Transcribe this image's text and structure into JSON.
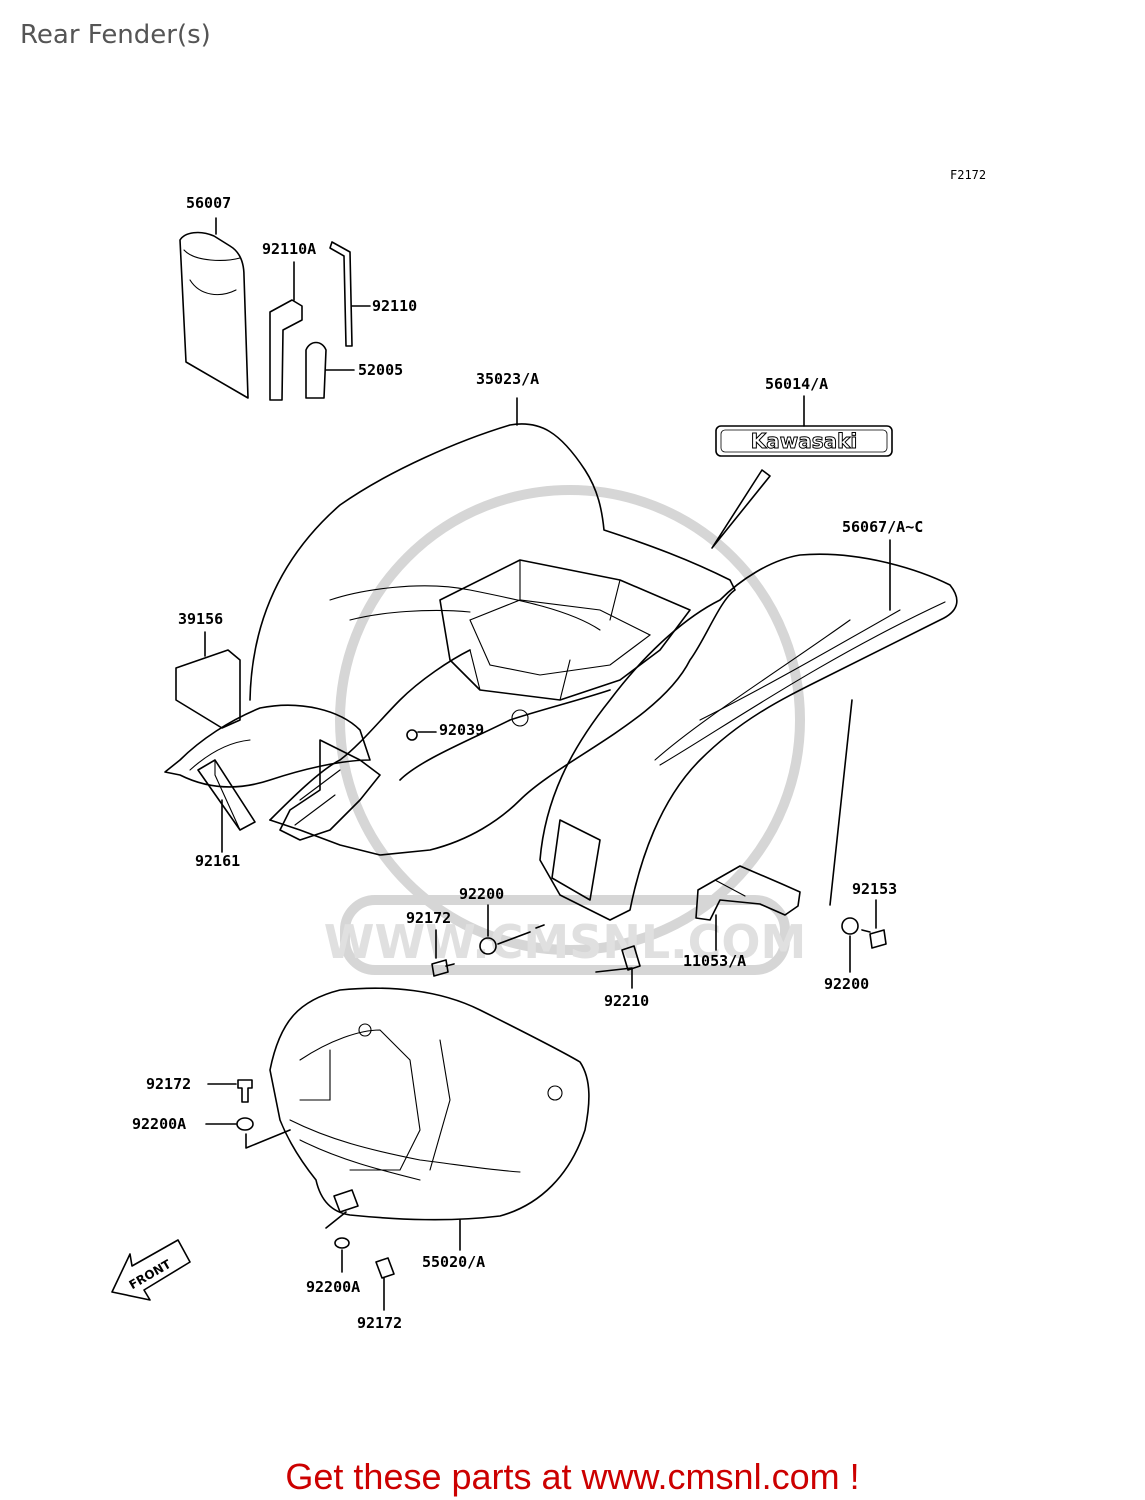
{
  "page_title": "Rear Fender(s)",
  "figure_code": "F2172",
  "logo_text": "Kawasaki",
  "direction_text": "FRONT",
  "watermark_text": "WWW.CMSNL.COM",
  "callouts": [
    {
      "id": "56007",
      "text": "56007"
    },
    {
      "id": "92110A",
      "text": "92110A"
    },
    {
      "id": "92110",
      "text": "92110"
    },
    {
      "id": "52005",
      "text": "52005"
    },
    {
      "id": "35023A",
      "text": "35023/A"
    },
    {
      "id": "56014A",
      "text": "56014/A"
    },
    {
      "id": "56067AC",
      "text": "56067/A~C"
    },
    {
      "id": "39156",
      "text": "39156"
    },
    {
      "id": "92039",
      "text": "92039"
    },
    {
      "id": "92161",
      "text": "92161"
    },
    {
      "id": "92200_1",
      "text": "92200"
    },
    {
      "id": "92172_1",
      "text": "92172"
    },
    {
      "id": "92153",
      "text": "92153"
    },
    {
      "id": "11053A",
      "text": "11053/A"
    },
    {
      "id": "92210",
      "text": "92210"
    },
    {
      "id": "92200_2",
      "text": "92200"
    },
    {
      "id": "92172_2",
      "text": "92172"
    },
    {
      "id": "92200A_1",
      "text": "92200A"
    },
    {
      "id": "55020A",
      "text": "55020/A"
    },
    {
      "id": "92200A_2",
      "text": "92200A"
    },
    {
      "id": "92172_3",
      "text": "92172"
    }
  ],
  "cta_text": "Get these parts at www.cmsnl.com !",
  "colors": {
    "cta": "#cc0000",
    "title": "#555555",
    "watermark": "#d6d6d6"
  }
}
